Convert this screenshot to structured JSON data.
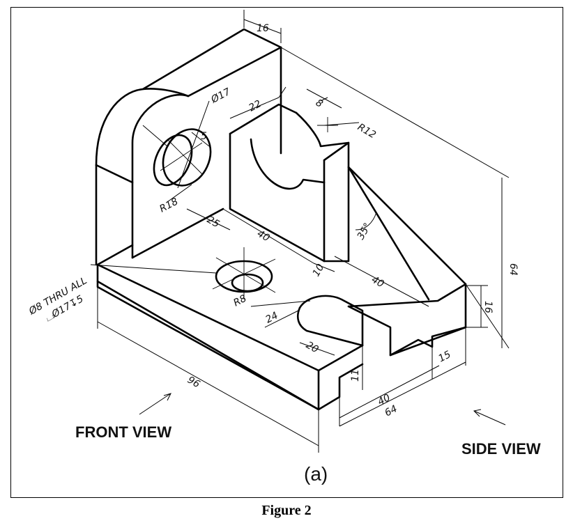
{
  "figure": {
    "caption": "Figure 2",
    "sublabel": "(a)",
    "front_view_label": "FRONT VIEW",
    "side_view_label": "SIDE VIEW"
  },
  "dimensions": {
    "d16_top": "16",
    "d22": "22",
    "d8": "8",
    "r12": "R12",
    "dia17": "Ø17",
    "d5": "5",
    "r18": "R18",
    "d25": "25",
    "d40_mid": "40",
    "d10": "10",
    "d40_right": "40",
    "angle35": "35°",
    "d64_height": "64",
    "d16_side": "16",
    "hole_note_1": "Ø8 THRU ALL",
    "hole_note_2": "⌴Ø17↧5",
    "r8": "R8",
    "d24": "24",
    "d20": "20",
    "d11": "11",
    "d96": "96",
    "d40_bottom": "40",
    "d64_bottom": "64",
    "d15": "15"
  },
  "colors": {
    "line": "#000000",
    "background": "#ffffff"
  }
}
